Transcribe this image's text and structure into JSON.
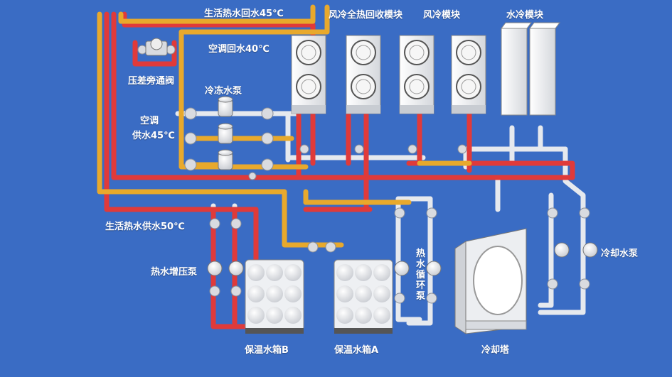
{
  "labels": {
    "domestic_hot_return": "生活热水回水45℃",
    "air_cooled_heat_recovery": "风冷全热回收模块",
    "air_cooled_module": "风冷模块",
    "water_cooled_module": "水冷模块",
    "ac_return": "空调回水40℃",
    "bypass_valve": "压差旁通阀",
    "chilled_pump": "冷冻水泵",
    "ac_supply_line1": "空调",
    "ac_supply_line2": "供水45℃",
    "domestic_hot_supply": "生活热水供水50℃",
    "booster_pump": "热水增压泵",
    "circulation_pump": "热水循环泵",
    "cooling_pump": "冷却水泵",
    "tank_b": "保温水箱B",
    "tank_a": "保温水箱A",
    "cooling_tower": "冷却塔"
  },
  "colors": {
    "background": "#3a6cc4",
    "hot_water_pipe": "#e03a3a",
    "ac_pipe": "#e8a92c",
    "cooling_pipe": "#e6e9ee",
    "equipment": "#f2f2f2"
  }
}
